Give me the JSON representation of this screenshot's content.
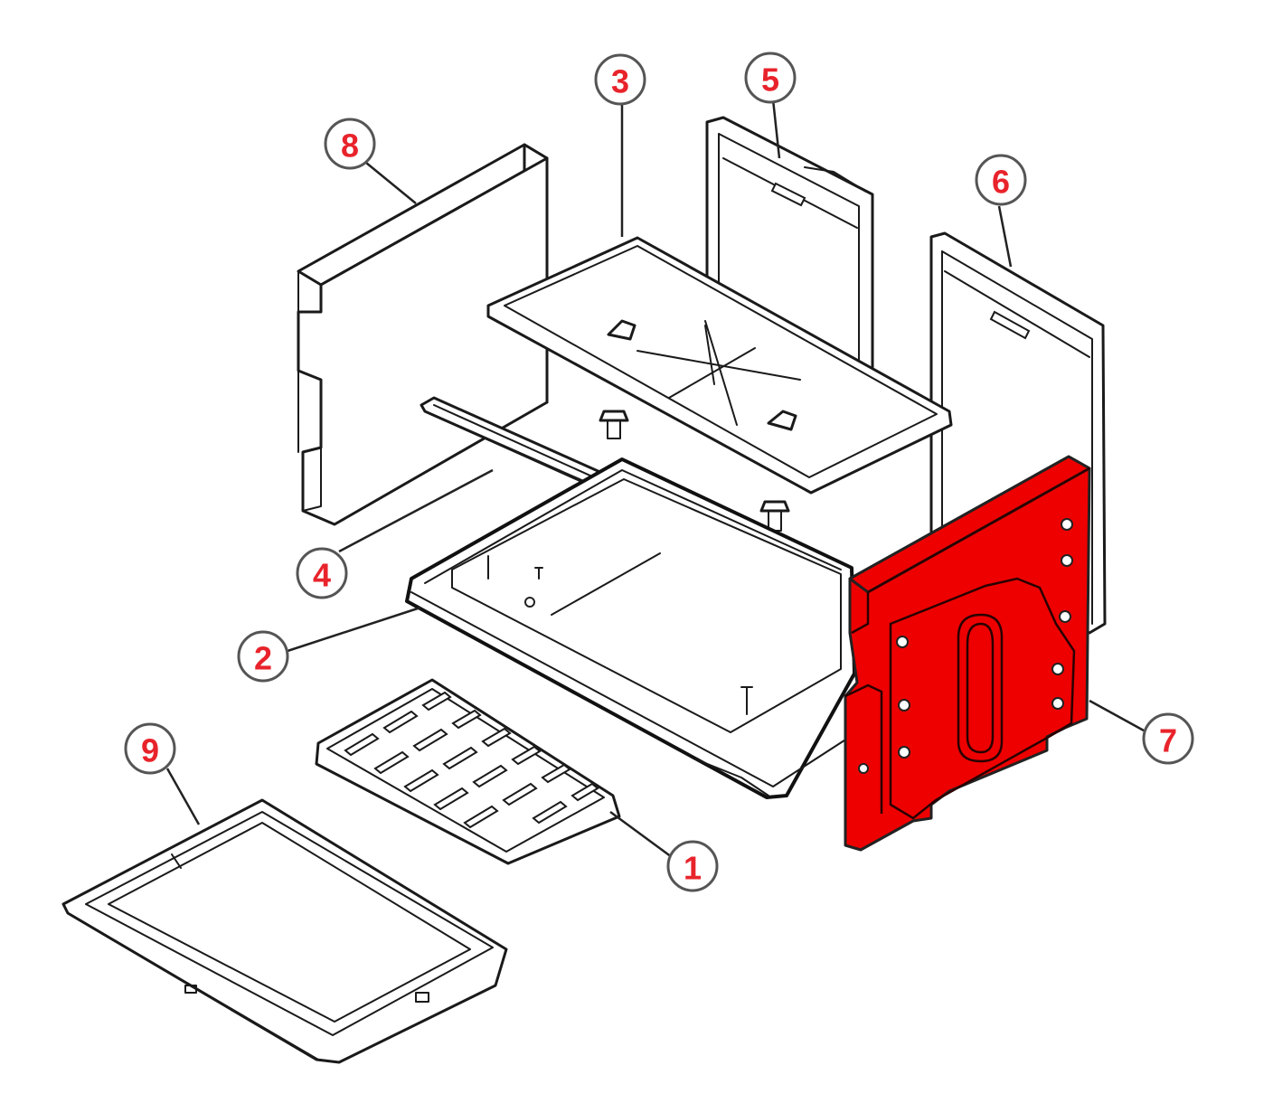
{
  "diagram": {
    "highlight_color": "#ee0000",
    "callout_text_color": "#e8232b",
    "highlighted_part": "7",
    "callouts": [
      {
        "id": "1",
        "label": "1"
      },
      {
        "id": "2",
        "label": "2"
      },
      {
        "id": "3",
        "label": "3"
      },
      {
        "id": "4",
        "label": "4"
      },
      {
        "id": "5",
        "label": "5"
      },
      {
        "id": "6",
        "label": "6"
      },
      {
        "id": "7",
        "label": "7"
      },
      {
        "id": "8",
        "label": "8"
      },
      {
        "id": "9",
        "label": "9"
      }
    ]
  }
}
